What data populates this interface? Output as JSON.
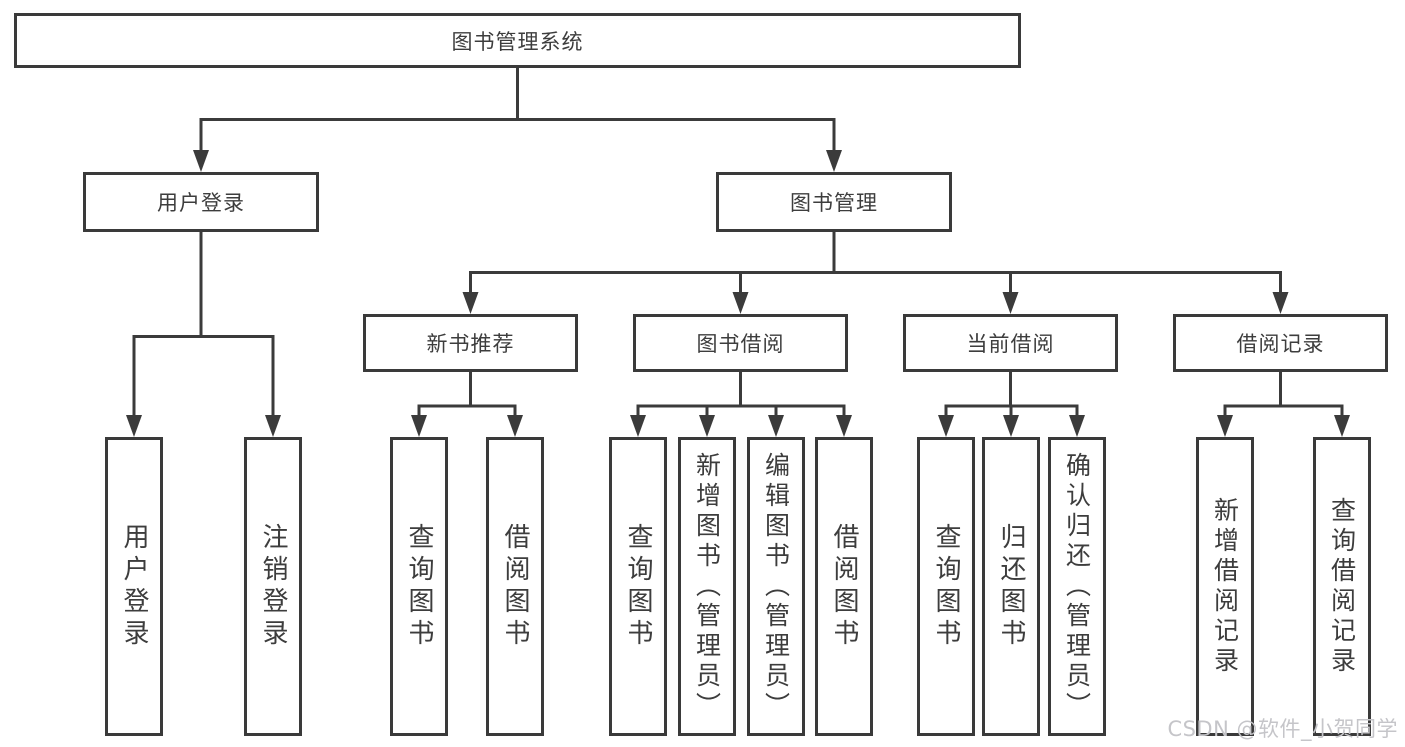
{
  "diagram_title": "图书管理系统",
  "nodes": {
    "root": {
      "label": "图书管理系统"
    },
    "l2": [
      {
        "label": "用户登录"
      },
      {
        "label": "图书管理"
      }
    ],
    "l3": [
      {
        "label": "新书推荐"
      },
      {
        "label": "图书借阅"
      },
      {
        "label": "当前借阅"
      },
      {
        "label": "借阅记录"
      }
    ],
    "l4": [
      {
        "label": "用户登录"
      },
      {
        "label": "注销登录"
      },
      {
        "label": "查询图书"
      },
      {
        "label": "借阅图书"
      },
      {
        "label": "查询图书"
      },
      {
        "label": "新增图书（管理员）"
      },
      {
        "label": "编辑图书（管理员）"
      },
      {
        "label": "借阅图书"
      },
      {
        "label": "查询图书"
      },
      {
        "label": "归还图书"
      },
      {
        "label": "确认归还（管理员）"
      },
      {
        "label": "新增借阅记录"
      },
      {
        "label": "查询借阅记录"
      }
    ]
  },
  "hierarchy": {
    "图书管理系统": {
      "用户登录": [
        "用户登录",
        "注销登录"
      ],
      "图书管理": {
        "新书推荐": [
          "查询图书",
          "借阅图书"
        ],
        "图书借阅": [
          "查询图书",
          "新增图书（管理员）",
          "编辑图书（管理员）",
          "借阅图书"
        ],
        "当前借阅": [
          "查询图书",
          "归还图书",
          "确认归还（管理员）"
        ],
        "借阅记录": [
          "新增借阅记录",
          "查询借阅记录"
        ]
      }
    }
  },
  "watermark": {
    "text": "CSDN @软件_小贺同学"
  },
  "colors": {
    "line": "#3b3b3b",
    "border": "#3a3a3a",
    "text": "#3d3d3d",
    "watermark": "#c5c5c9",
    "background": "#ffffff"
  }
}
